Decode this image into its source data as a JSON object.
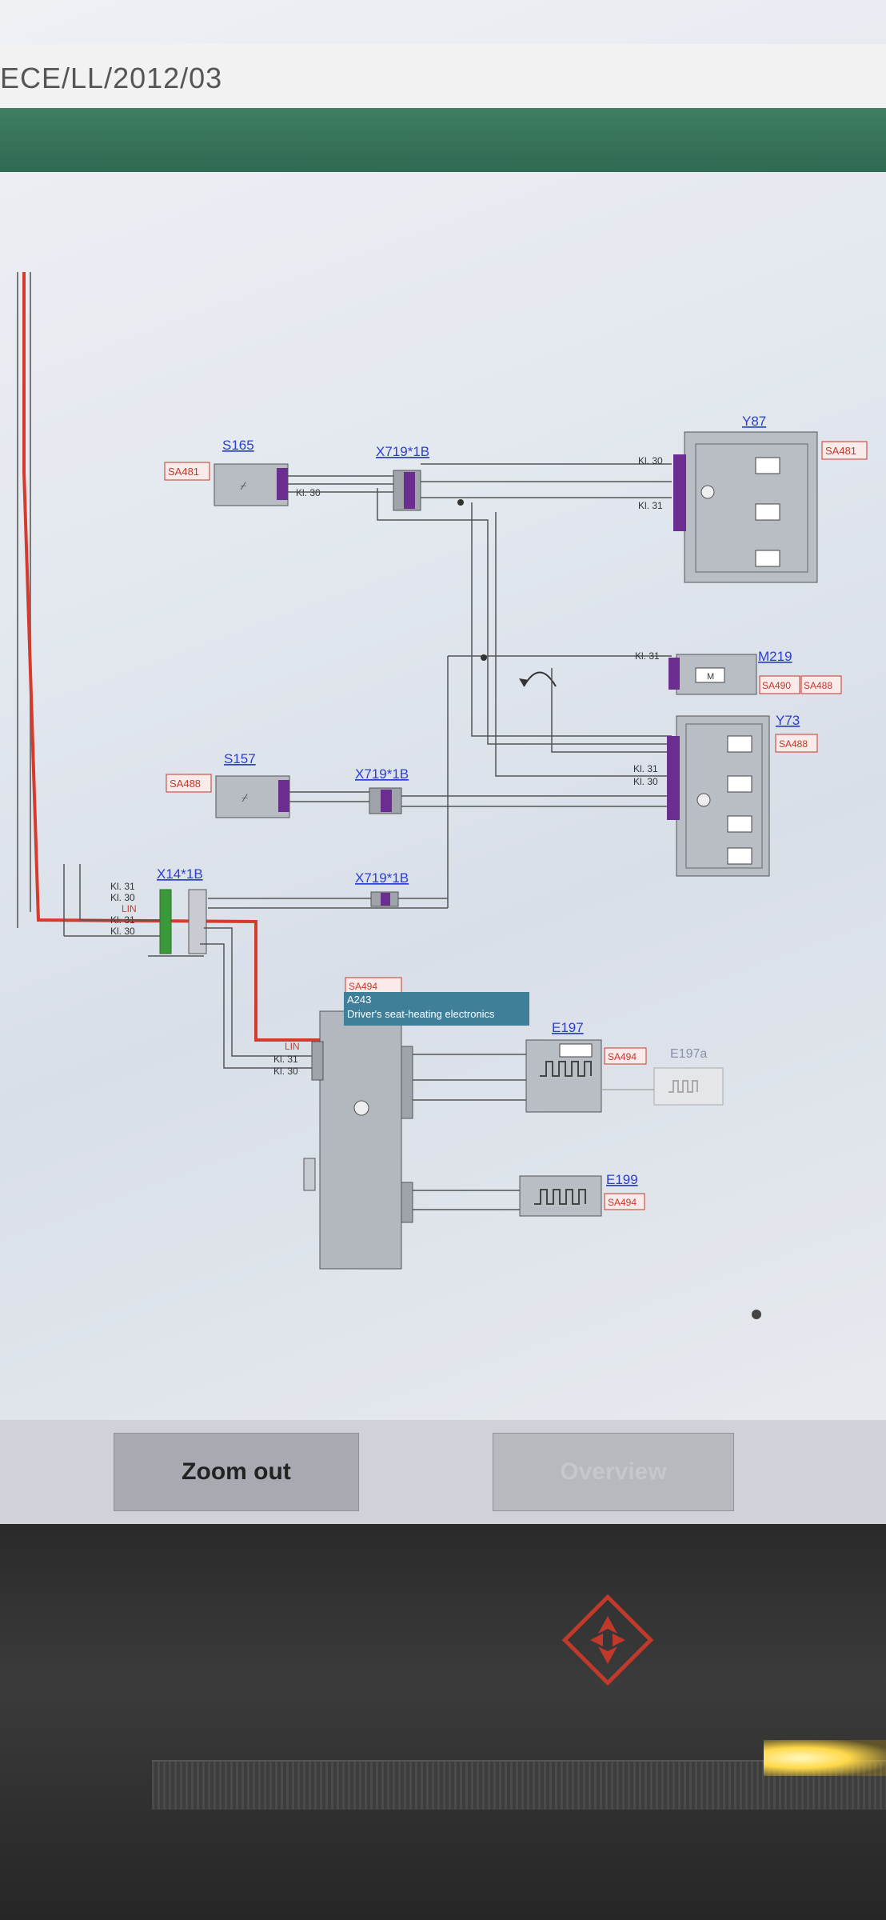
{
  "header": {
    "title": "ECE/LL/2012/03"
  },
  "diagram": {
    "components": {
      "s165": "S165",
      "x719_top": "X719*1B",
      "y87": "Y87",
      "m219": "M219",
      "y73": "Y73",
      "s157": "S157",
      "x719_mid": "X719*1B",
      "x719_low": "X719*1B",
      "x14": "X14*1B",
      "a243": "A243",
      "a243_desc": "Driver's seat-heating electronics",
      "e197": "E197",
      "e197a": "E197a",
      "e199": "E199"
    },
    "sa_tags": {
      "s165": "SA481",
      "y87": "SA481",
      "m219_1": "SA490",
      "m219_2": "SA488",
      "y73": "SA488",
      "s157": "SA488",
      "a243": "SA494",
      "e197": "SA494",
      "e199": "SA494"
    },
    "pins": {
      "kl30": "Kl. 30",
      "kl31": "Kl. 31",
      "lin": "LIN"
    }
  },
  "toolbar": {
    "zoom_out": "Zoom out",
    "overview": "Overview"
  },
  "colors": {
    "accent_green": "#2f6a52",
    "wire_red": "#d63a2a",
    "label_blue": "#2a3fd0",
    "tag_red": "#c0392b",
    "connector_purple": "#6b2d8f",
    "connector_green": "#3a9a3a",
    "caption_teal": "#3f7f9a"
  }
}
